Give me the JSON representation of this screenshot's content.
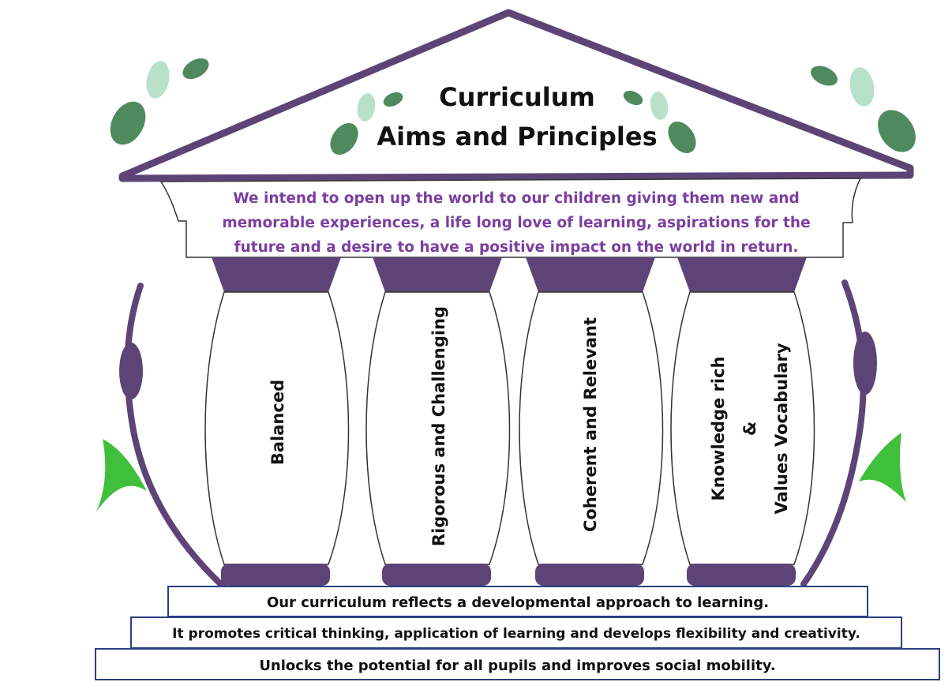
{
  "title": {
    "line1": "Curriculum",
    "line2": "Aims and Principles"
  },
  "intent_lines": [
    "We intend to open up the world to our children giving them new and",
    "memorable experiences, a life long love of learning, aspirations for the",
    "future and a desire to have a positive impact on the world in return."
  ],
  "pillars": [
    {
      "lines": [
        "Balanced"
      ]
    },
    {
      "lines": [
        "Rigorous and Challenging"
      ]
    },
    {
      "lines": [
        "Coherent and Relevant"
      ]
    },
    {
      "lines": [
        "Knowledge rich",
        "&",
        "Values  Vocabulary"
      ]
    }
  ],
  "steps": [
    "Our curriculum reflects a developmental approach to learning.",
    "It promotes critical thinking, application of learning and develops flexibility and creativity.",
    "Unlocks the potential for all pupils and improves social mobility."
  ],
  "colors": {
    "purple": "#5e4476",
    "text_purple": "#7a3fa0",
    "leaf_dark": "#4f8a5f",
    "leaf_light": "#b9e0c9",
    "leaf_bright": "#3fbf3a",
    "step_border": "#2b3f82"
  }
}
